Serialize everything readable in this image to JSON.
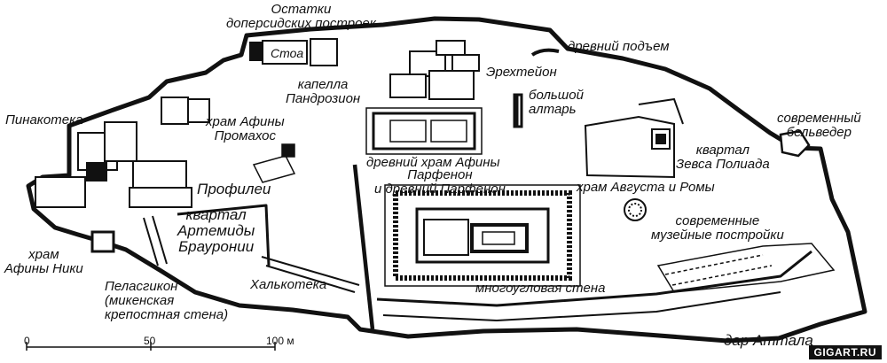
{
  "labels": {
    "pre_persian_1": "Остатки",
    "pre_persian_2": "доперсидских построек",
    "stoa": "Стоа",
    "ancient_ascent": "древний подъем",
    "chapel_1": "капелла",
    "chapel_2": "Пандрозион",
    "erechtheion": "Эрехтейон",
    "great_altar_1": "большой",
    "great_altar_2": "алтарь",
    "pinakotheke": "Пинакотека",
    "promachos_1": "храм Афины",
    "promachos_2": "Промахос",
    "belvedere_1": "современный",
    "belvedere_2": "бельведер",
    "old_temple": "древний храм Афины",
    "zeus_quarter_1": "квартал",
    "zeus_quarter_2": "Зевса Полиада",
    "propylaea": "Профилеи",
    "parthenon_1": "Парфенон",
    "parthenon_2": "и древний Парфенон",
    "augustus": "храм Августа и Ромы",
    "artemis_1": "квартал",
    "artemis_2": "Артемиды",
    "artemis_3": "Брауронии",
    "nike_1": "храм",
    "nike_2": "Афины Ники",
    "museum_1": "современные",
    "museum_2": "музейные постройки",
    "chalkotheke": "Халькотека",
    "pelasgikon_1": "Пеласгикон",
    "pelasgikon_2": "(микенская",
    "pelasgikon_3": "крепостная стена)",
    "polygonal_wall": "многоугловая стена",
    "attalos": "дар Аттала"
  },
  "scale": {
    "ticks": [
      "0",
      "50",
      "100 м"
    ],
    "values": [
      0,
      50,
      100
    ],
    "unit": "м"
  },
  "watermark": "GIGART.RU",
  "colors": {
    "ink": "#111111",
    "paper": "#ffffff"
  }
}
